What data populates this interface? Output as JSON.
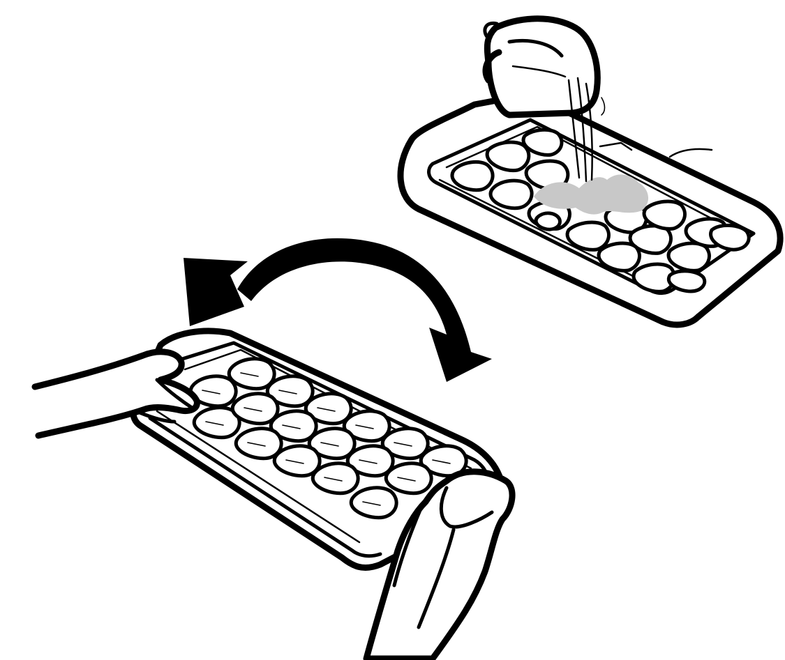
{
  "figure": {
    "description_key": "ice-cube-tray-instructions",
    "colors": {
      "ink": "#000000",
      "paper": "#ffffff",
      "water": "#c8c8c8"
    },
    "panels": [
      {
        "id": "fill",
        "icon": "pitcher-pouring-water-icon"
      },
      {
        "id": "twist",
        "icon": "hands-twisting-tray-icon"
      }
    ],
    "arrow": {
      "icon": "curved-twist-arrow-icon",
      "direction": "counterclockwise"
    }
  }
}
